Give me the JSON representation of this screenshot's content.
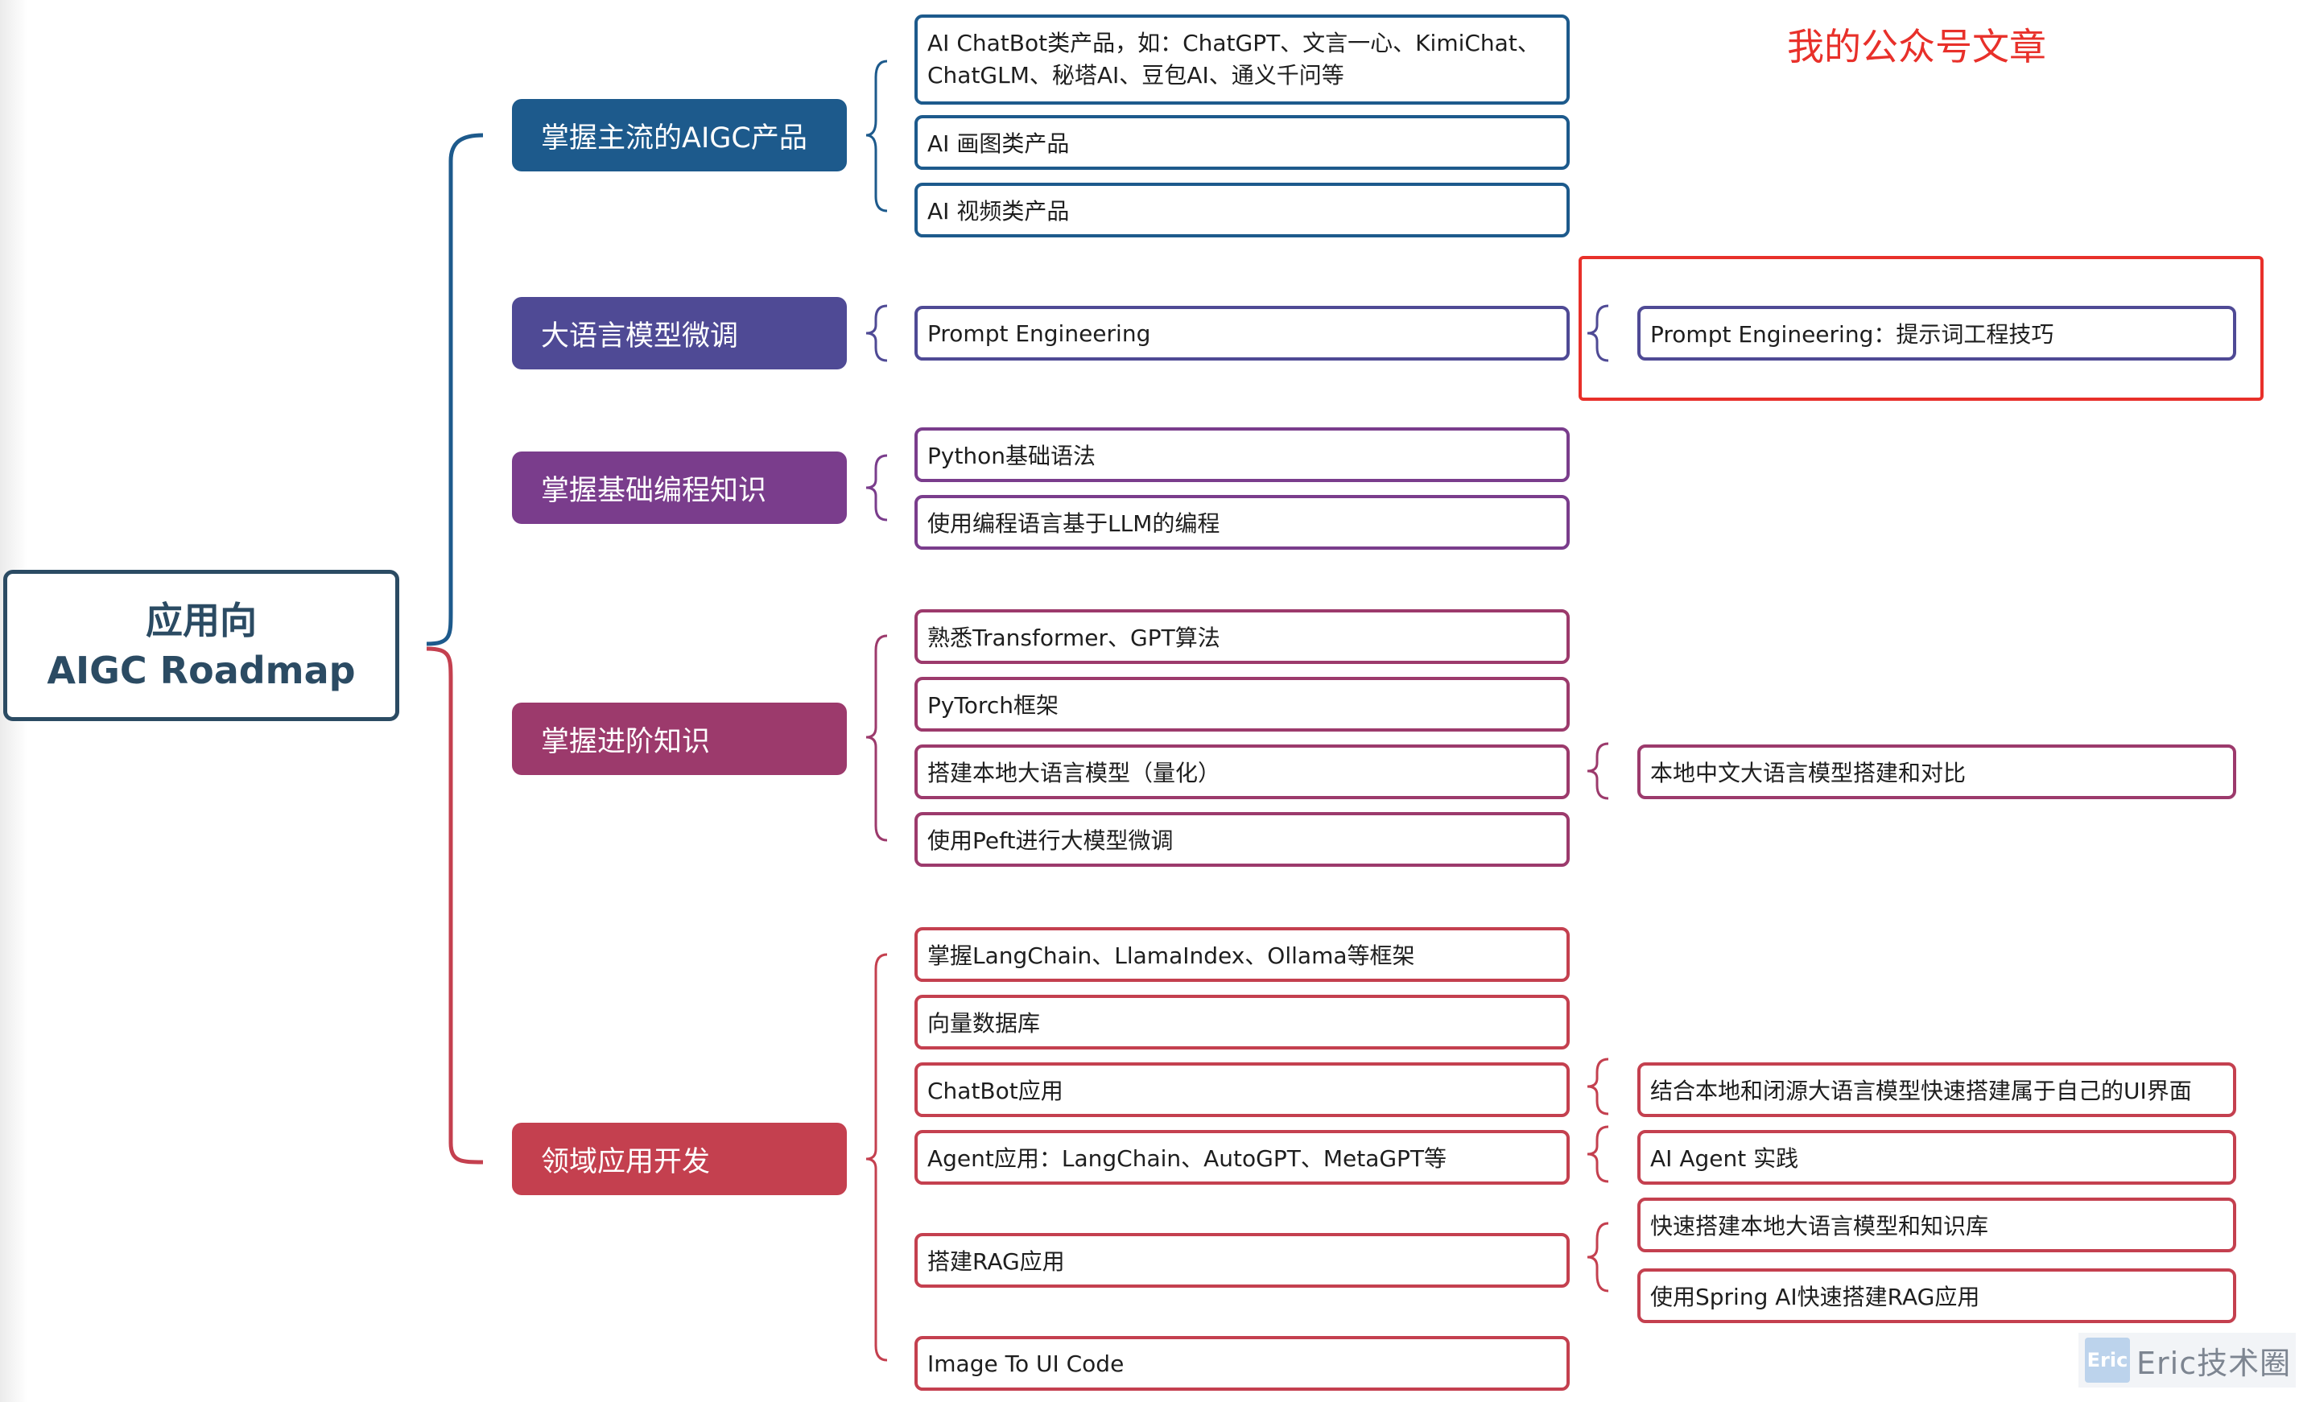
{
  "root": {
    "line1": "应用向",
    "line2": "AIGC Roadmap"
  },
  "note": "我的公众号文章",
  "watermark": {
    "logo": "Eric",
    "text": "Eric技术圈"
  },
  "colors": {
    "blue": "#1d5a8c",
    "indigo": "#4f4a95",
    "purple": "#7a3d8c",
    "plum": "#9c3a6c",
    "red": "#c4404f",
    "highlight": "#e8302a"
  },
  "categories": [
    {
      "label": "掌握主流的AIGC产品",
      "children": [
        {
          "label": "AI ChatBot类产品，如：ChatGPT、文言一心、KimiChat、ChatGLM、秘塔AI、豆包AI、通义千问等"
        },
        {
          "label": "AI 画图类产品"
        },
        {
          "label": "AI 视频类产品"
        }
      ]
    },
    {
      "label": "大语言模型微调",
      "children": [
        {
          "label": "Prompt Engineering",
          "children": [
            {
              "label": "Prompt Engineering：提示词工程技巧"
            }
          ]
        }
      ]
    },
    {
      "label": "掌握基础编程知识",
      "children": [
        {
          "label": "Python基础语法"
        },
        {
          "label": "使用编程语言基于LLM的编程"
        }
      ]
    },
    {
      "label": "掌握进阶知识",
      "children": [
        {
          "label": "熟悉Transformer、GPT算法"
        },
        {
          "label": "PyTorch框架"
        },
        {
          "label": "搭建本地大语言模型（量化）",
          "children": [
            {
              "label": "本地中文大语言模型搭建和对比"
            }
          ]
        },
        {
          "label": "使用Peft进行大模型微调"
        }
      ]
    },
    {
      "label": "领域应用开发",
      "children": [
        {
          "label": "掌握LangChain、LlamaIndex、Ollama等框架"
        },
        {
          "label": "向量数据库"
        },
        {
          "label": "ChatBot应用",
          "children": [
            {
              "label": "结合本地和闭源大语言模型快速搭建属于自己的UI界面"
            }
          ]
        },
        {
          "label": "Agent应用：LangChain、AutoGPT、MetaGPT等",
          "children": [
            {
              "label": "AI Agent 实践"
            }
          ]
        },
        {
          "label": "搭建RAG应用",
          "children": [
            {
              "label": "快速搭建本地大语言模型和知识库"
            },
            {
              "label": "使用Spring AI快速搭建RAG应用"
            }
          ]
        },
        {
          "label": "Image To UI Code"
        }
      ]
    }
  ]
}
